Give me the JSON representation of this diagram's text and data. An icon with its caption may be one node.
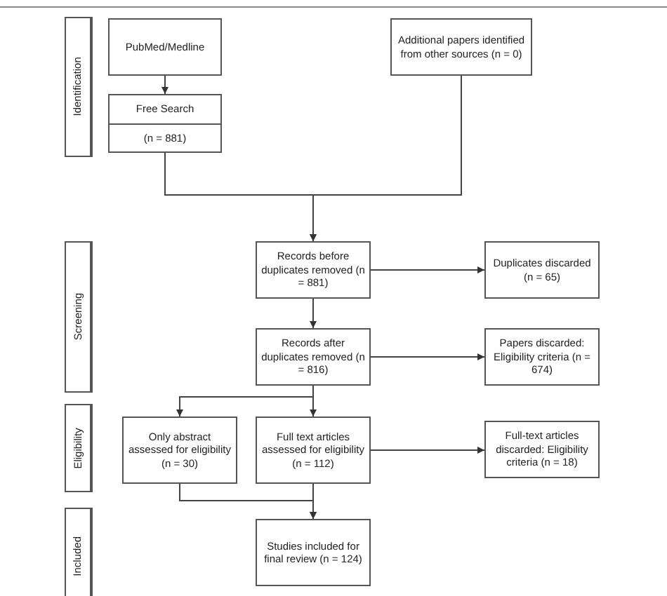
{
  "diagram": {
    "nodes": [
      {
        "text": [
          "Identification"
        ]
      },
      {
        "text": [
          "PubMed/Medline"
        ]
      },
      {
        "text": [
          "Additional papers identified from other sources (n = 0)"
        ]
      },
      {
        "text": [
          "Free Search",
          "(n = 881)"
        ]
      },
      {
        "text": [
          "Screening"
        ]
      },
      {
        "text": [
          "Records before duplicates removed (n = 881)"
        ]
      },
      {
        "text": [
          "Duplicates discarded (n = 65)"
        ]
      },
      {
        "text": [
          "Records after duplicates removed (n = 816)"
        ]
      },
      {
        "text": [
          "Papers discarded: Eligibility criteria (n = 674)"
        ]
      },
      {
        "text": [
          "Eligibility"
        ]
      },
      {
        "text": [
          "Only abstract assessed for eligibility (n = 30)"
        ]
      },
      {
        "text": [
          "Full text articles assessed for eligibility (n = 112)"
        ]
      },
      {
        "text": [
          "Full-text articles discarded: Eligibility criteria (n = 18)"
        ]
      },
      {
        "text": [
          "Included"
        ]
      },
      {
        "text": [
          "Studies included for final review (n = 124)"
        ]
      }
    ],
    "edges": [
      {
        "from": 1,
        "to": 3,
        "arrow": "to"
      },
      {
        "from": 3,
        "to": 5,
        "arrow": "to"
      },
      {
        "from": 2,
        "to": 5,
        "arrow": "to"
      },
      {
        "from": 5,
        "to": 6,
        "arrow": "to"
      },
      {
        "from": 5,
        "to": 7,
        "arrow": "to"
      },
      {
        "from": 7,
        "to": 8,
        "arrow": "to"
      },
      {
        "from": 7,
        "to": 10,
        "arrow": "to"
      },
      {
        "from": 7,
        "to": 11,
        "arrow": "to"
      },
      {
        "from": 11,
        "to": 12,
        "arrow": "to"
      },
      {
        "from": 10,
        "to": 14,
        "arrow": "to"
      },
      {
        "from": 11,
        "to": 14,
        "arrow": "to"
      }
    ]
  }
}
